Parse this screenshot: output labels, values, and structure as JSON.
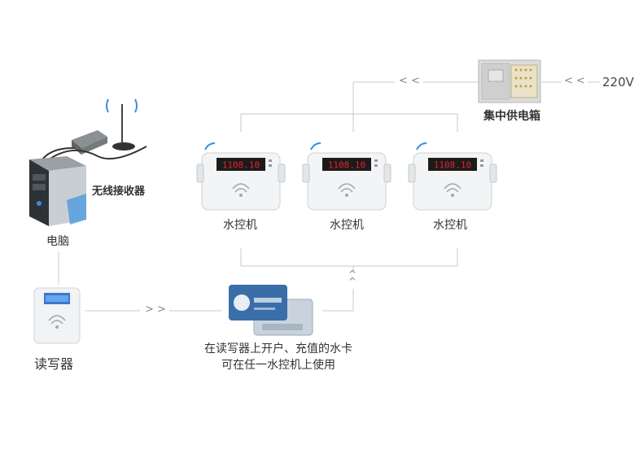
{
  "power_box": {
    "label": "集中供电箱",
    "input": "220V"
  },
  "computer": {
    "label": "电脑"
  },
  "receiver": {
    "label": "无线接收器"
  },
  "reader": {
    "label": "读写器"
  },
  "water_controllers": [
    {
      "label": "水控机",
      "display": "1108.10"
    },
    {
      "label": "水控机",
      "display": "1108.10"
    },
    {
      "label": "水控机",
      "display": "1108.10"
    }
  ],
  "card_caption": {
    "line1": "在读写器上开户、充值的水卡",
    "line2": "可在任一水控机上使用"
  },
  "connectors": {
    "left_arrows": "< <",
    "right_arrows": "> >",
    "up_arrows": "^\n^"
  },
  "colors": {
    "line": "#c8c8c8",
    "display_digits": "#e8202a",
    "card_blue": "#3a6ea8"
  }
}
